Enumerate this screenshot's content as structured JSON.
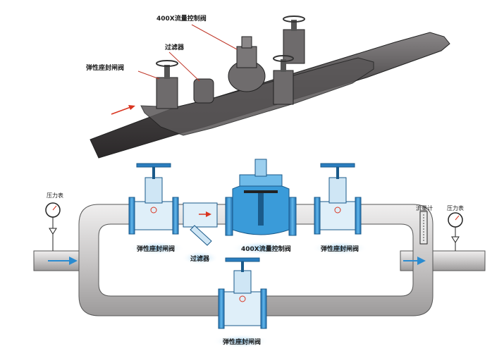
{
  "top_view": {
    "label_flow_control_valve": "400X流量控制阀",
    "label_filter": "过滤器",
    "label_gate_valve": "弹性座封闸阀"
  },
  "schematic": {
    "label_pressure_gauge_left": "压力表",
    "label_pressure_gauge_right": "压力表",
    "label_flow_meter": "流量计",
    "label_gate_valve_1": "弹性座封闸阀",
    "label_filter": "过滤器",
    "label_flow_control_valve": "400X流量控制阀",
    "label_gate_valve_2": "弹性座封闸阀",
    "label_gate_valve_bypass": "弹性座封闸阀"
  },
  "colors": {
    "pipe_dark": "#4a4748",
    "pipe_light": "#cfcdcd",
    "valve_blue": "#3a9bd9",
    "arrow_red": "#d9341f"
  }
}
